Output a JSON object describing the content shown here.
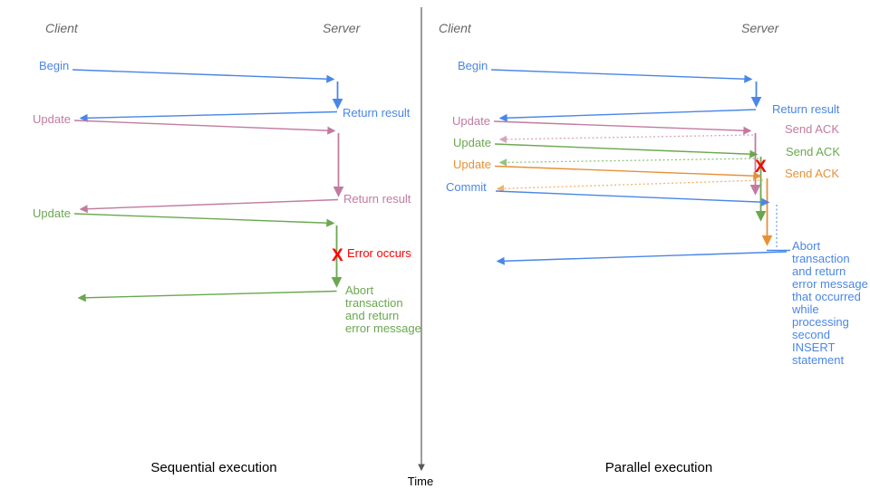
{
  "colors": {
    "blue": "#4a86e8",
    "pink": "#c27ba0",
    "green": "#6aa84f",
    "orange": "#e69138",
    "red": "#ff0000",
    "light_blue": "#6d9eeb",
    "light_pink": "#d5a6bd",
    "light_green": "#93c47d",
    "light_orange": "#f6b26b",
    "axis_gray": "#595959",
    "header_gray": "#666666",
    "title_black": "#000000"
  },
  "time_axis_label": "Time",
  "left": {
    "title": "Sequential execution",
    "client": "Client",
    "server": "Server",
    "begin_label": "Begin",
    "begin_response": "Return result",
    "update1_label": "Update",
    "update1_response": "Return result",
    "update2_label": "Update",
    "error_mark": "X",
    "error_label": "Error occurs",
    "abort_lines": [
      "Abort",
      "transaction",
      "and return",
      "error message"
    ]
  },
  "right": {
    "title": "Parallel execution",
    "client": "Client",
    "server": "Server",
    "begin_label": "Begin",
    "begin_response": "Return result",
    "update1_label": "Update",
    "update1_ack": "Send ACK",
    "update2_label": "Update",
    "update2_ack": "Send ACK",
    "update3_label": "Update",
    "update3_ack": "Send ACK",
    "commit_label": "Commit",
    "error_mark": "X",
    "abort_lines": [
      "Abort",
      "transaction",
      "and return",
      "error message",
      "that occurred",
      "while",
      "processing",
      "second",
      "INSERT",
      "statement"
    ]
  }
}
